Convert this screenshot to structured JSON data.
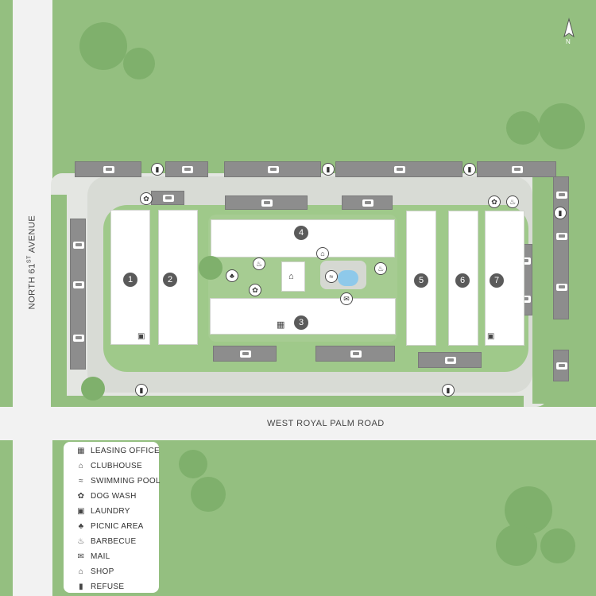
{
  "roads": {
    "avenue": "NORTH 61ST AVENUE",
    "avenue_main": "NORTH 61",
    "avenue_sup": "ST",
    "avenue_rest": " AVENUE",
    "road": "WEST ROYAL PALM ROAD"
  },
  "compass": {
    "label": "N"
  },
  "buildings": [
    "1",
    "2",
    "3",
    "4",
    "5",
    "6",
    "7"
  ],
  "legend": {
    "items": [
      {
        "icon": "leasing-office-icon",
        "label": "LEASING OFFICE"
      },
      {
        "icon": "clubhouse-icon",
        "label": "CLUBHOUSE"
      },
      {
        "icon": "swimming-pool-icon",
        "label": "SWIMMING POOL"
      },
      {
        "icon": "dog-wash-icon",
        "label": "DOG WASH"
      },
      {
        "icon": "laundry-icon",
        "label": "LAUNDRY"
      },
      {
        "icon": "picnic-area-icon",
        "label": "PICNIC AREA"
      },
      {
        "icon": "barbecue-icon",
        "label": "BARBECUE"
      },
      {
        "icon": "mail-icon",
        "label": "MAIL"
      },
      {
        "icon": "shop-icon",
        "label": "SHOP"
      },
      {
        "icon": "refuse-icon",
        "label": "REFUSE"
      }
    ]
  },
  "colors": {
    "grass": "#94bf80",
    "road": "#f2f2f2",
    "carport": "#8d8d8d",
    "pool": "#8ec9ea",
    "building": "#ffffff"
  }
}
